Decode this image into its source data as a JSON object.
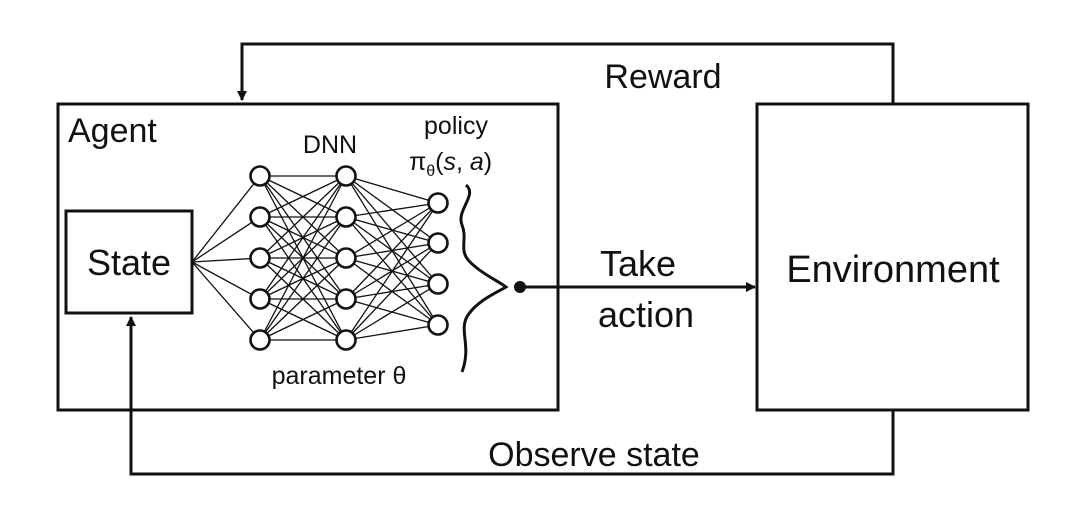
{
  "agent": {
    "title": "Agent"
  },
  "state": {
    "label": "State"
  },
  "dnn": {
    "title": "DNN",
    "parameter_label": "parameter θ",
    "layers": [
      5,
      5,
      4
    ]
  },
  "policy": {
    "label": "policy",
    "formula_pi": "π",
    "formula_sub": "θ",
    "formula_open": "(",
    "formula_s": "s",
    "formula_comma": ", ",
    "formula_a": "a",
    "formula_close": ")"
  },
  "environment": {
    "label": "Environment"
  },
  "arrows": {
    "reward": "Reward",
    "take_action_line1": "Take",
    "take_action_line2": "action",
    "observe_state": "Observe state"
  },
  "colors": {
    "ink": "#111111",
    "background": "#ffffff"
  }
}
